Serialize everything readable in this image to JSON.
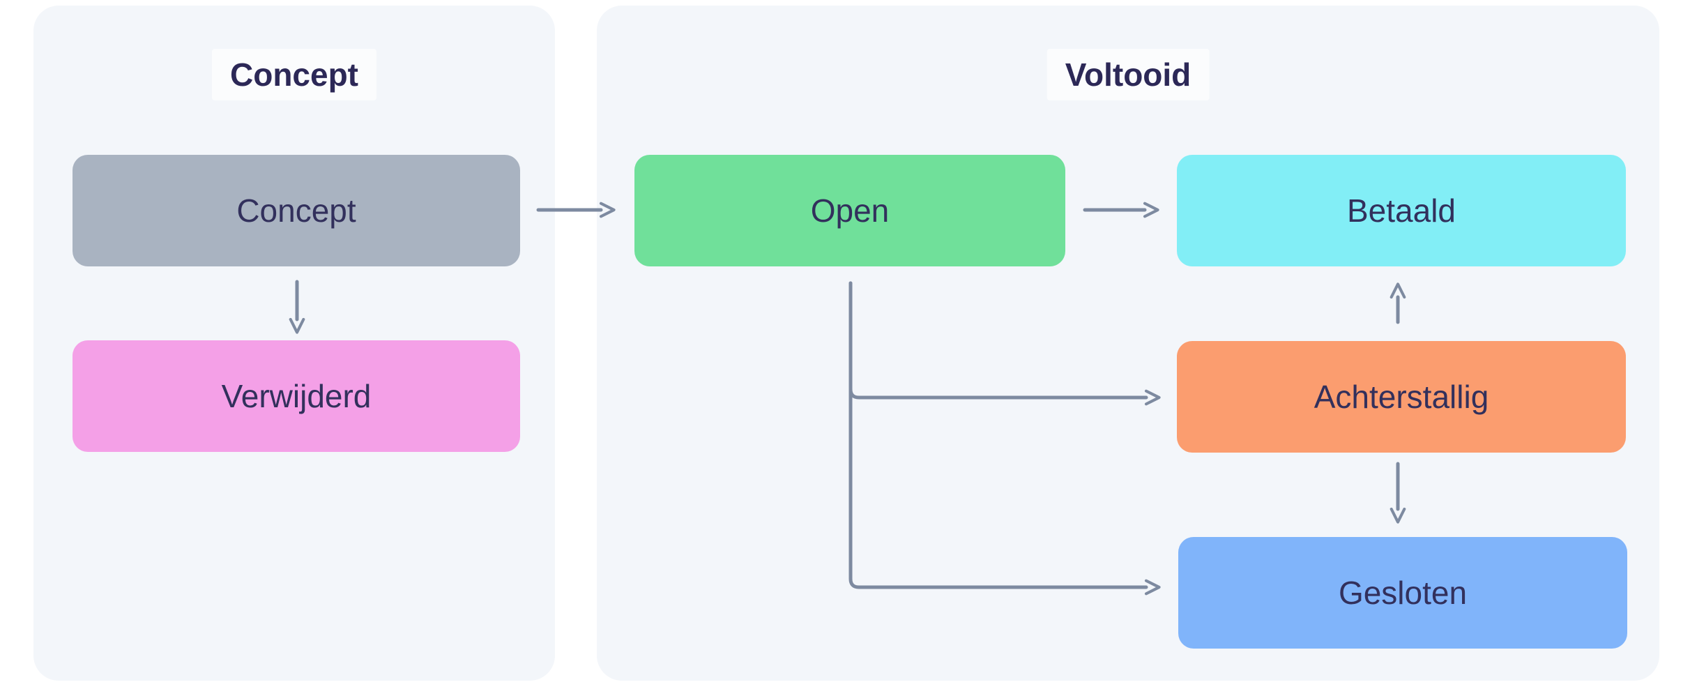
{
  "diagram": {
    "type": "state-flow-diagram",
    "clusters": [
      {
        "id": "concept",
        "title": "Concept"
      },
      {
        "id": "voltooid",
        "title": "Voltooid"
      }
    ],
    "nodes": [
      {
        "id": "concept-state",
        "label": "Concept",
        "color": "#a9b3c1",
        "cluster": "concept"
      },
      {
        "id": "verwijderd",
        "label": "Verwijderd",
        "color": "#f4a0e7",
        "cluster": "concept"
      },
      {
        "id": "open",
        "label": "Open",
        "color": "#70e09a",
        "cluster": "voltooid"
      },
      {
        "id": "betaald",
        "label": "Betaald",
        "color": "#82eef6",
        "cluster": "voltooid"
      },
      {
        "id": "achterstallig",
        "label": "Achterstallig",
        "color": "#fb9d6f",
        "cluster": "voltooid"
      },
      {
        "id": "gesloten",
        "label": "Gesloten",
        "color": "#80b4fa",
        "cluster": "voltooid"
      }
    ],
    "edges": [
      {
        "from": "Concept",
        "to": "Open"
      },
      {
        "from": "Concept",
        "to": "Verwijderd"
      },
      {
        "from": "Open",
        "to": "Betaald"
      },
      {
        "from": "Open",
        "to": "Achterstallig"
      },
      {
        "from": "Open",
        "to": "Gesloten"
      },
      {
        "from": "Achterstallig",
        "to": "Betaald"
      },
      {
        "from": "Achterstallig",
        "to": "Gesloten"
      }
    ],
    "colors": {
      "page_bg": "#ffffff",
      "cluster_bg": "#f3f6fa",
      "edge": "#7d8aa0",
      "title_text": "#2c2857",
      "node_text": "#32305c",
      "title_label_bg": "rgba(255,255,255,0.65)"
    }
  }
}
